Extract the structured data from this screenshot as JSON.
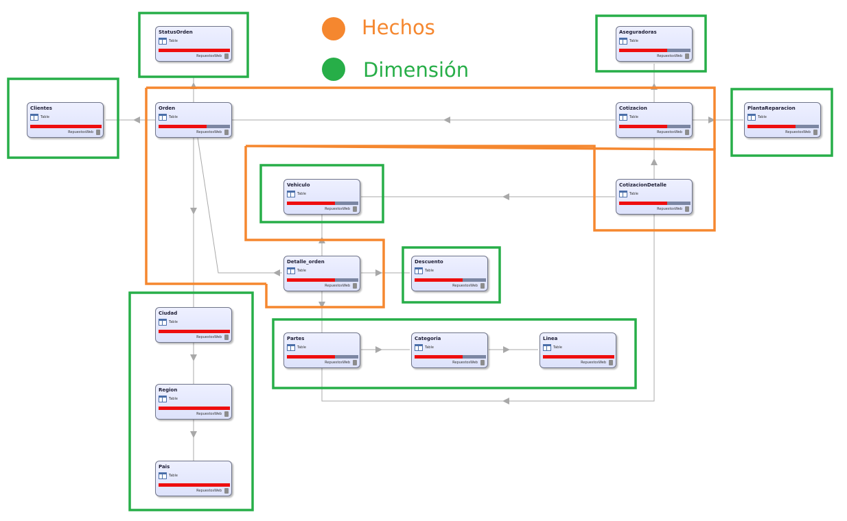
{
  "legend": {
    "hechos": {
      "label": "Hechos",
      "color": "#f5872f"
    },
    "dimension": {
      "label": "Dimensión",
      "color": "#27ae48"
    }
  },
  "table_type_label": "Table",
  "source_label": "RepuestosWeb",
  "tables": {
    "status_orden": {
      "name": "StatusOrden",
      "fill": 1.0
    },
    "aseguradoras": {
      "name": "Aseguradoras",
      "fill": 0.67
    },
    "clientes": {
      "name": "Clientes",
      "fill": 1.0
    },
    "orden": {
      "name": "Orden",
      "fill": 0.67
    },
    "cotizacion": {
      "name": "Cotizacion",
      "fill": 0.67
    },
    "planta_reparacion": {
      "name": "PlantaReparacion",
      "fill": 0.67
    },
    "vehiculo": {
      "name": "Vehiculo",
      "fill": 0.67
    },
    "cotizacion_detalle": {
      "name": "CotizacionDetalle",
      "fill": 0.67
    },
    "detalle_orden": {
      "name": "Detalle_orden",
      "fill": 0.67
    },
    "descuento": {
      "name": "Descuento",
      "fill": 0.67
    },
    "ciudad": {
      "name": "Ciudad",
      "fill": 1.0
    },
    "partes": {
      "name": "Partes",
      "fill": 0.67
    },
    "categoria": {
      "name": "Categoria",
      "fill": 0.67
    },
    "linea": {
      "name": "Linea",
      "fill": 1.0
    },
    "region": {
      "name": "Region",
      "fill": 1.0
    },
    "pais": {
      "name": "Pais",
      "fill": 1.0
    }
  }
}
